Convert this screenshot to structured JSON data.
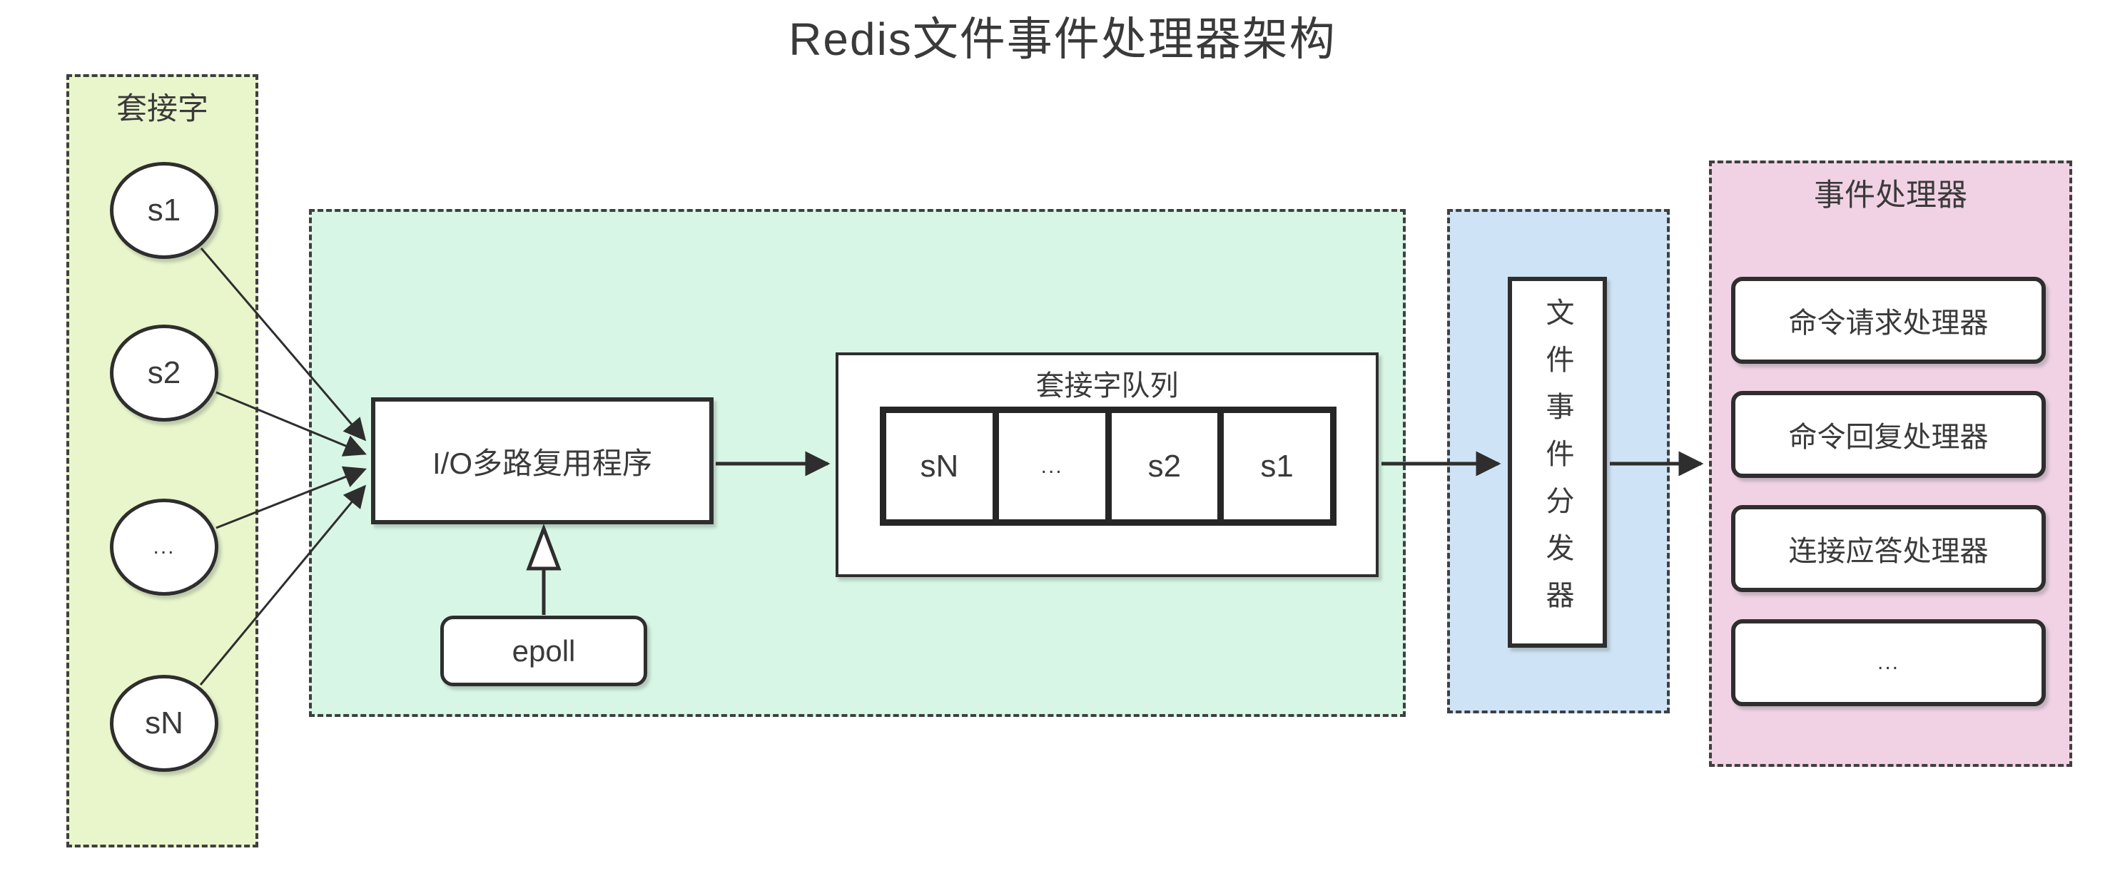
{
  "title": "Redis文件事件处理器架构",
  "sockets": {
    "label": "套接字",
    "items": [
      "s1",
      "s2",
      "...",
      "sN"
    ]
  },
  "multiplexer": {
    "label": "I/O多路复用程序"
  },
  "epoll": {
    "label": "epoll"
  },
  "queue": {
    "title": "套接字队列",
    "cells": [
      "sN",
      "...",
      "s2",
      "s1"
    ]
  },
  "dispatcher": {
    "label": "文件事件分发器"
  },
  "handlers": {
    "title": "事件处理器",
    "items": [
      "命令请求处理器",
      "命令回复处理器",
      "连接应答处理器",
      "..."
    ]
  },
  "colors": {
    "socket_bg": "#e9f5cb",
    "multiplexer_bg": "#d8f6e5",
    "dispatcher_bg": "#cfe3f6",
    "handlers_bg": "#f1d2e5",
    "dash_border": "#3f3f3f",
    "box_border": "#2e2e2e",
    "line_color": "#2e2e2e",
    "text_color": "#3a3a3a"
  }
}
